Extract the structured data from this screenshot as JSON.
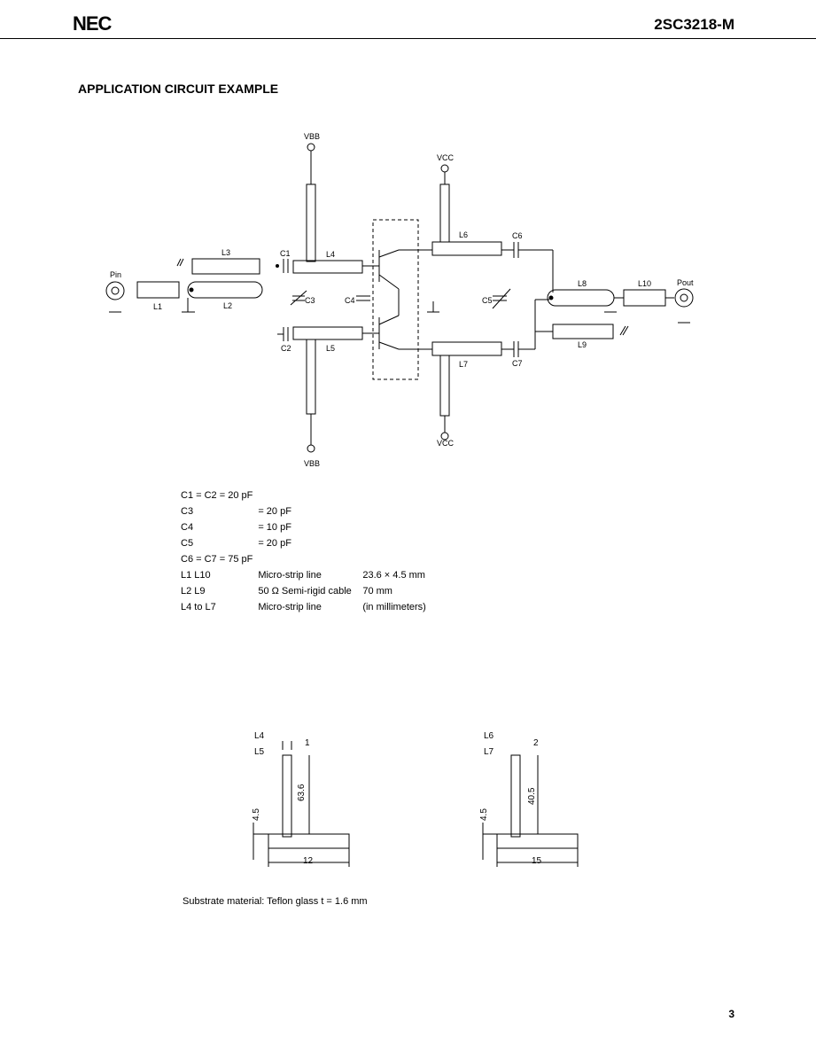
{
  "header": {
    "logo": "NEC",
    "part_number": "2SC3218-M"
  },
  "section_title": "APPLICATION CIRCUIT EXAMPLE",
  "circuit": {
    "labels": {
      "vbb": "VBB",
      "vcc": "VCC",
      "pin": "Pin",
      "pout": "Pout",
      "c1": "C1",
      "c2": "C2",
      "c3": "C3",
      "c4": "C4",
      "c5": "C5",
      "c6": "C6",
      "c7": "C7",
      "l1": "L1",
      "l2": "L2",
      "l3": "L3",
      "l4": "L4",
      "l5": "L5",
      "l6": "L6",
      "l7": "L7",
      "l8": "L8",
      "l9": "L9",
      "l10": "L10"
    }
  },
  "component_values": [
    [
      "C1 = C2 = 20 pF",
      "",
      ""
    ],
    [
      "C3",
      "= 20 pF",
      ""
    ],
    [
      "C4",
      "= 10 pF",
      ""
    ],
    [
      "C5",
      "= 20 pF",
      ""
    ],
    [
      "C6 = C7 = 75 pF",
      "",
      ""
    ],
    [
      "L1    L10",
      "Micro-strip line",
      "23.6 × 4.5 mm"
    ],
    [
      "L2    L9",
      "50 Ω Semi-rigid cable",
      "70 mm"
    ],
    [
      "L4 to L7",
      "Micro-strip line",
      "(in millimeters)"
    ]
  ],
  "dimensions": {
    "left": {
      "labels_top": "L4",
      "labels_bottom": "L5",
      "width_top": "1",
      "height": "63.6",
      "foot_height": "4.5",
      "base_width": "12"
    },
    "right": {
      "labels_top": "L6",
      "labels_bottom": "L7",
      "width_top": "2",
      "height": "40.5",
      "foot_height": "4.5",
      "base_width": "15"
    }
  },
  "substrate_note": "Substrate material: Teflon glass  t = 1.6 mm",
  "page_number": "3"
}
